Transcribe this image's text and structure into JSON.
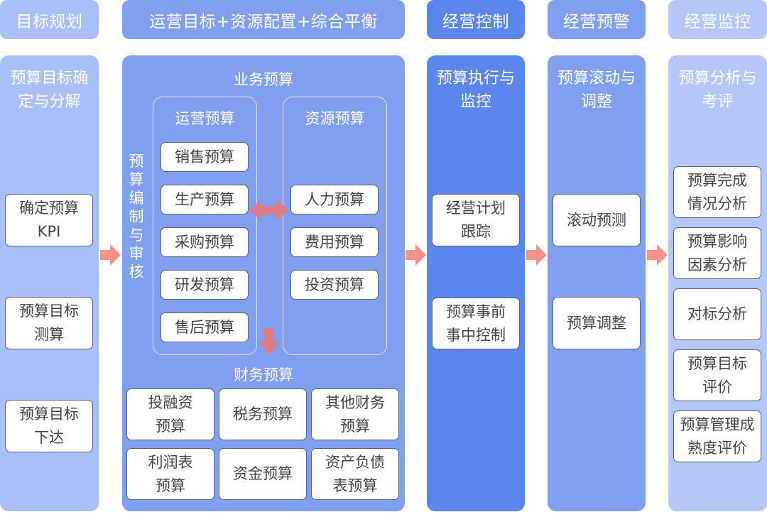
{
  "colors": {
    "header_1": "#a8bff7",
    "header_2": "#7f9ff0",
    "header_3": "#5b86ed",
    "header_4": "#7f9ff0",
    "header_5": "#b3c8f8",
    "arrow": "#f7928a",
    "inner_arrow": "#e07a86",
    "box_border": "#5a6378"
  },
  "headers": [
    "目标规划",
    "运营目标+资源配置+综合平衡",
    "经营控制",
    "经营预警",
    "经营监控"
  ],
  "columns": {
    "target": {
      "title": "预算目标确定与分解",
      "items": [
        "确定预算KPI",
        "预算目标测算",
        "预算目标下达"
      ]
    },
    "budgeting": {
      "vertical_label": "预算编制与审核",
      "business_title": "业务预算",
      "operating": {
        "title": "运营预算",
        "items": [
          "销售预算",
          "生产预算",
          "采购预算",
          "研发预算",
          "售后预算"
        ]
      },
      "resource": {
        "title": "资源预算",
        "items": [
          "人力预算",
          "费用预算",
          "投资预算"
        ]
      },
      "finance_title": "财务预算",
      "finance_items": [
        "投融资预算",
        "税务预算",
        "其他财务预算",
        "利润表预算",
        "资金预算",
        "资产负债表预算"
      ]
    },
    "control": {
      "title": "预算执行与监控",
      "items": [
        "经营计划跟踪",
        "预算事前事中控制"
      ]
    },
    "warning": {
      "title": "预算滚动与调整",
      "items": [
        "滚动预测",
        "预算调整"
      ]
    },
    "monitor": {
      "title": "预算分析与考评",
      "items": [
        "预算完成情况分析",
        "预算影响因素分析",
        "对标分析",
        "预算目标评价",
        "预算管理成熟度评价"
      ]
    }
  },
  "labels_split": {
    "target_title": [
      "预算目标确",
      "定与分解"
    ],
    "target_items": [
      [
        "确定预算",
        "KPI"
      ],
      [
        "预算目标",
        "测算"
      ],
      [
        "预算目标",
        "下达"
      ]
    ],
    "finance_items": [
      [
        "投融资",
        "预算"
      ],
      [
        "税务预算"
      ],
      [
        "其他财务",
        "预算"
      ],
      [
        "利润表",
        "预算"
      ],
      [
        "资金预算"
      ],
      [
        "资产负债",
        "表预算"
      ]
    ],
    "control_title": [
      "预算执行与",
      "监控"
    ],
    "control_items": [
      [
        "经营计划",
        "跟踪"
      ],
      [
        "预算事前",
        "事中控制"
      ]
    ],
    "warning_title": [
      "预算滚动与",
      "调整"
    ],
    "monitor_title": [
      "预算分析与",
      "考评"
    ],
    "monitor_items": [
      [
        "预算完成",
        "情况分析"
      ],
      [
        "预算影响",
        "因素分析"
      ],
      [
        "对标分析"
      ],
      [
        "预算目标",
        "评价"
      ],
      [
        "预算管理成",
        "熟度评价"
      ]
    ]
  }
}
